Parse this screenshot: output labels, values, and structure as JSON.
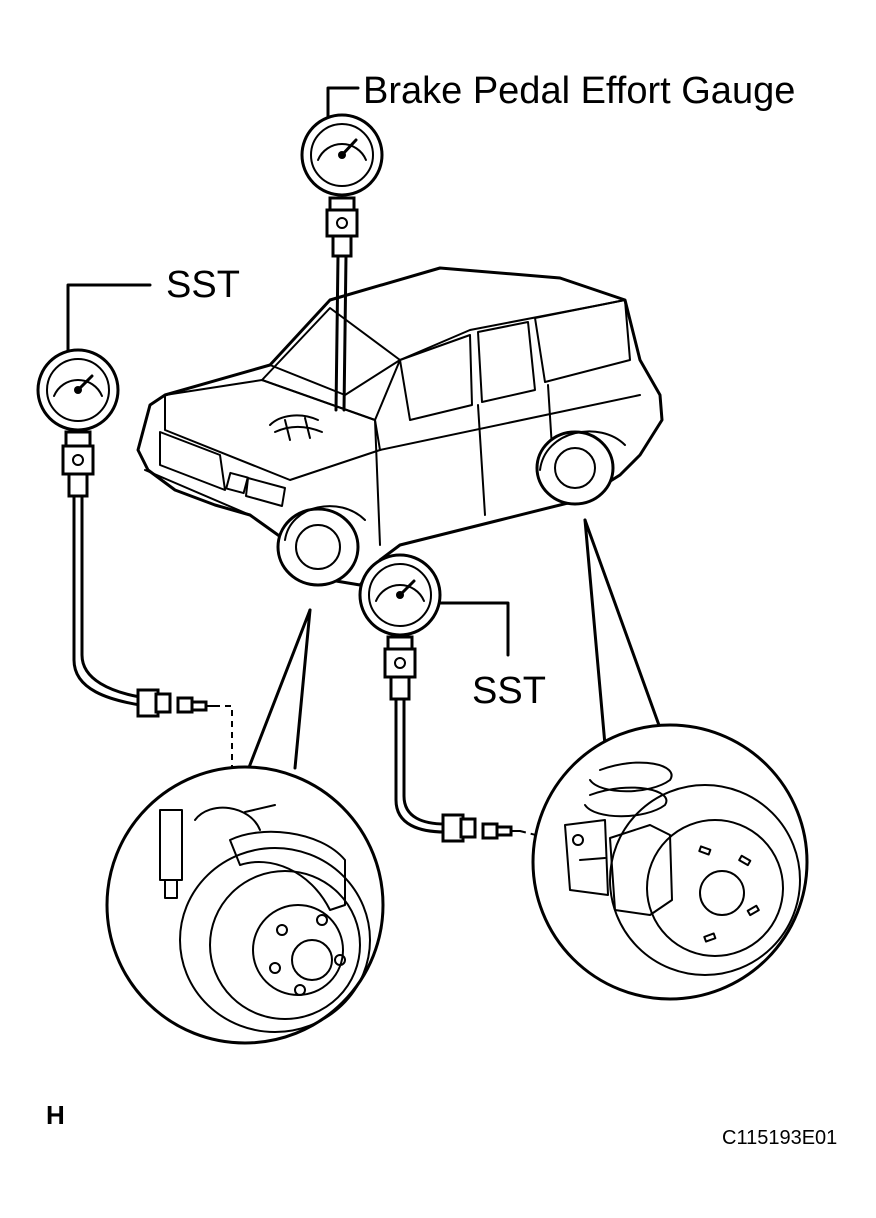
{
  "labels": {
    "brake_pedal_effort_gauge": "Brake Pedal Effort Gauge",
    "sst_left": "SST",
    "sst_right": "SST",
    "view_letter": "H",
    "figure_code": "C115193E01"
  },
  "colors": {
    "line": "#000000",
    "background": "#ffffff"
  }
}
